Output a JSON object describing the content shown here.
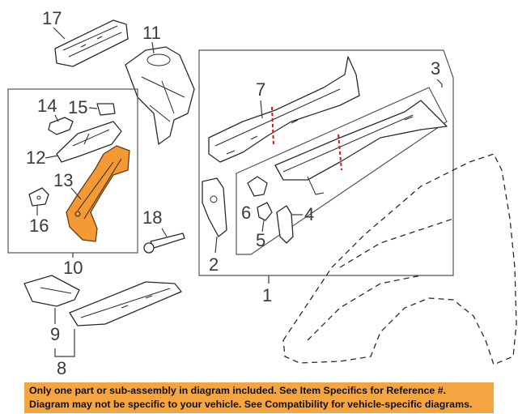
{
  "callouts": {
    "c1": "1",
    "c2": "2",
    "c3": "3",
    "c4": "4",
    "c5": "5",
    "c6": "6",
    "c7": "7",
    "c8": "8",
    "c9": "9",
    "c10": "10",
    "c11": "11",
    "c12": "12",
    "c13": "13",
    "c14": "14",
    "c15": "15",
    "c16": "16",
    "c17": "17",
    "c18": "18"
  },
  "highlight_color": "#f39a35",
  "notice": {
    "line1": "Only one part or sub-assembly in diagram included. See Item Specifics for Reference #.",
    "line2": "Diagram may not be specific to your vehicle. See Compatibility for vehicle-specific diagrams.",
    "background": "#f5a442"
  }
}
